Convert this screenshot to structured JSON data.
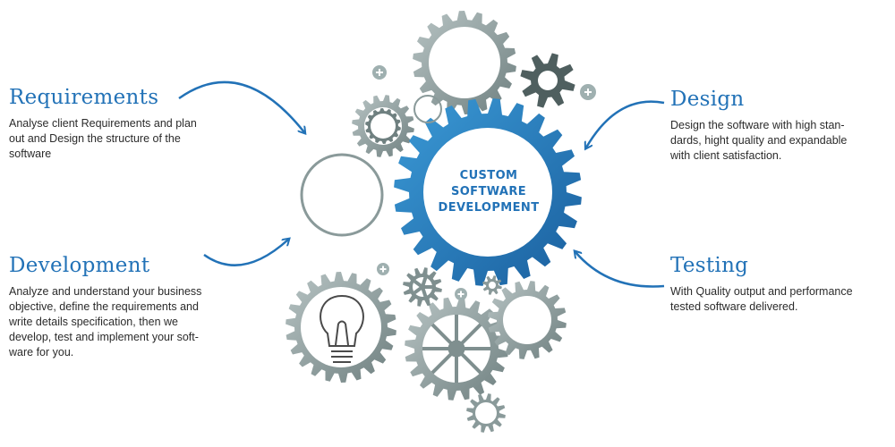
{
  "center": {
    "line1": "CUSTOM",
    "line2": "SOFTWARE",
    "line3": "DEVELOPMENT"
  },
  "requirements": {
    "title": "Requirements",
    "text": "Analyse client Requirements and plan\nout and Design the structure of the\nsoftware"
  },
  "development": {
    "title": "Development",
    "text": "Analyze and understand your business\nobjective, define the requirements and\nwrite details specification, then we\ndevelop, test and implement your soft-\nware for you."
  },
  "design": {
    "title": "Design",
    "text": "Design the software with high stan-\ndards, hight quality and expandable\nwith client satisfaction."
  },
  "testing": {
    "title": "Testing",
    "text": "With Quality output and performance\ntested software delivered."
  },
  "colors": {
    "accent": "#2272b7",
    "gear_blue": "#2a7fc4",
    "gear_gray": "#8a9a9a"
  }
}
